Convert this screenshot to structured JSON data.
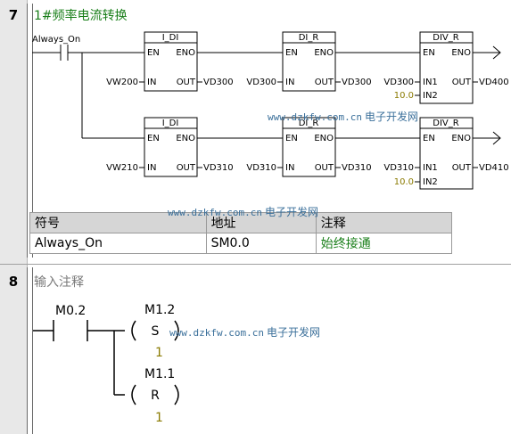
{
  "network7": {
    "number": "7",
    "title": "1#频率电流转换",
    "contact": "Always_On",
    "row1": {
      "idi": {
        "name": "I_DI",
        "en": "EN",
        "eno": "ENO",
        "in": "IN",
        "out": "OUT",
        "in_val": "VW200",
        "out_val": "VD300"
      },
      "dir": {
        "name": "DI_R",
        "en": "EN",
        "eno": "ENO",
        "in": "IN",
        "out": "OUT",
        "in_val": "VD300",
        "out_val": "VD300"
      },
      "div": {
        "name": "DIV_R",
        "en": "EN",
        "eno": "ENO",
        "in1": "IN1",
        "in2": "IN2",
        "out": "OUT",
        "in1_val": "VD300",
        "in2_val": "10.0",
        "out_val": "VD400"
      }
    },
    "row2": {
      "idi": {
        "name": "I_DI",
        "en": "EN",
        "eno": "ENO",
        "in": "IN",
        "out": "OUT",
        "in_val": "VW210",
        "out_val": "VD310"
      },
      "dir": {
        "name": "DI_R",
        "en": "EN",
        "eno": "ENO",
        "in": "IN",
        "out": "OUT",
        "in_val": "VD310",
        "out_val": "VD310"
      },
      "div": {
        "name": "DIV_R",
        "en": "EN",
        "eno": "ENO",
        "in1": "IN1",
        "in2": "IN2",
        "out": "OUT",
        "in1_val": "VD310",
        "in2_val": "10.0",
        "out_val": "VD410"
      }
    },
    "symbol_table": {
      "headers": [
        "符号",
        "地址",
        "注释"
      ],
      "rows": [
        [
          "Always_On",
          "SM0.0",
          "始终接通"
        ]
      ]
    }
  },
  "network8": {
    "number": "8",
    "comment": "输入注释",
    "contact": "M0.2",
    "coil1": {
      "address": "M1.2",
      "type": "S",
      "count": "1"
    },
    "coil2": {
      "address": "M1.1",
      "type": "R",
      "count": "1"
    }
  },
  "watermark": {
    "url": "www.dzkfw.com.cn",
    "name": "电子开发网"
  },
  "colors": {
    "title_green": "#1a7f1a",
    "constant_olive": "#8a7a00",
    "watermark_blue": "#3a6f9a",
    "header_gray": "#d6d6d6",
    "gutter_gray": "#e8e8e8"
  }
}
